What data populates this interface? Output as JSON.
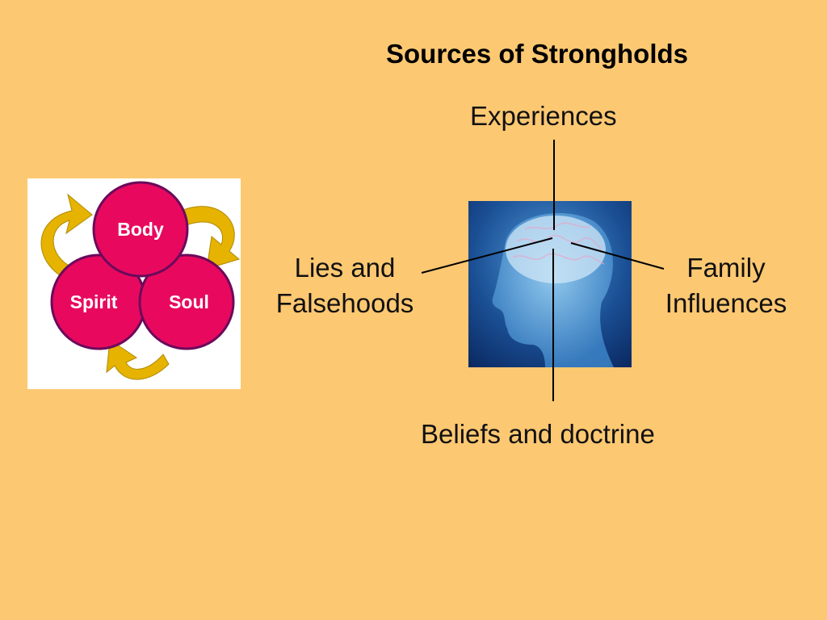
{
  "title": "Sources of Strongholds",
  "labels": {
    "top": "Experiences",
    "left_line1": "Lies and",
    "left_line2": "Falsehoods",
    "right_line1": "Family",
    "right_line2": "Influences",
    "bottom": "Beliefs and doctrine"
  },
  "triad": {
    "body": "Body",
    "spirit": "Spirit",
    "soul": "Soul",
    "circle_color": "#E8095F",
    "arrow_color": "#E8B400"
  },
  "colors": {
    "background": "#FDC872"
  }
}
